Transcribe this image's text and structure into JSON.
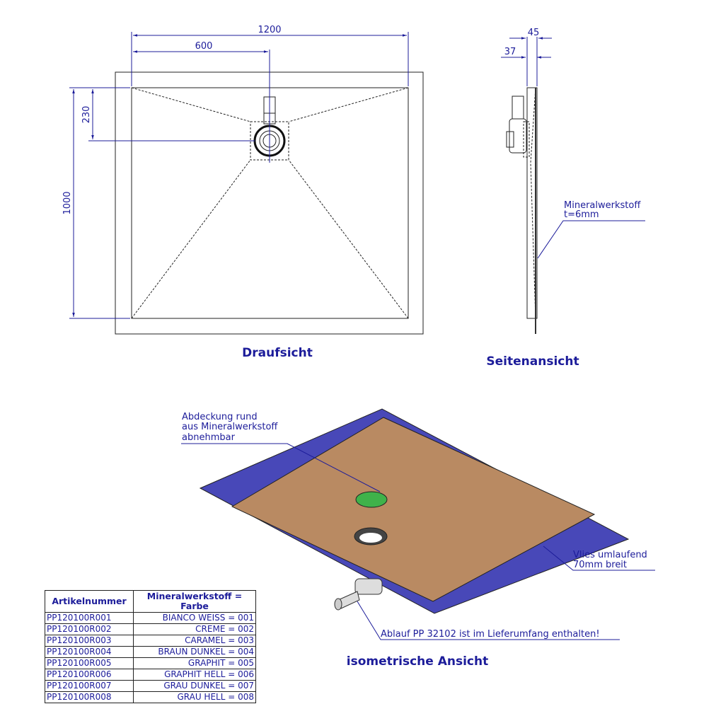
{
  "dimensions": {
    "width_total": "1200",
    "width_half": "600",
    "depth_total": "1000",
    "drain_offset": "230",
    "side_45": "45",
    "side_37": "37"
  },
  "views": {
    "top": "Draufsicht",
    "side": "Seitenansicht",
    "iso": "isometrische Ansicht"
  },
  "notes": {
    "material_line1": "Mineralwerkstoff",
    "material_line2": "t=6mm",
    "cover_line1": "Abdeckung rund",
    "cover_line2": "aus Mineralwerkstoff",
    "cover_line3": "abnehmbar",
    "fleece_line1": "Vlies umlaufend",
    "fleece_line2": "70mm breit",
    "drain": "Ablauf PP 32102 ist im Lieferumfang enthalten!"
  },
  "table": {
    "headers": [
      "Artikelnummer",
      "Mineralwerkstoff = Farbe"
    ],
    "rows": [
      [
        "PP120100R001",
        "BIANCO WEISS = 001"
      ],
      [
        "PP120100R002",
        "CREME = 002"
      ],
      [
        "PP120100R003",
        "CARAMEL = 003"
      ],
      [
        "PP120100R004",
        "BRAUN DUNKEL = 004"
      ],
      [
        "PP120100R005",
        "GRAPHIT = 005"
      ],
      [
        "PP120100R006",
        "GRAPHIT HELL = 006"
      ],
      [
        "PP120100R007",
        "GRAU DUNKEL = 007"
      ],
      [
        "PP120100R008",
        "GRAU HELL = 008"
      ]
    ]
  },
  "colors": {
    "ink": "#1c1c9a",
    "frame": "#4848b8",
    "surface": "#b98a62",
    "cover": "#3fb24a"
  }
}
